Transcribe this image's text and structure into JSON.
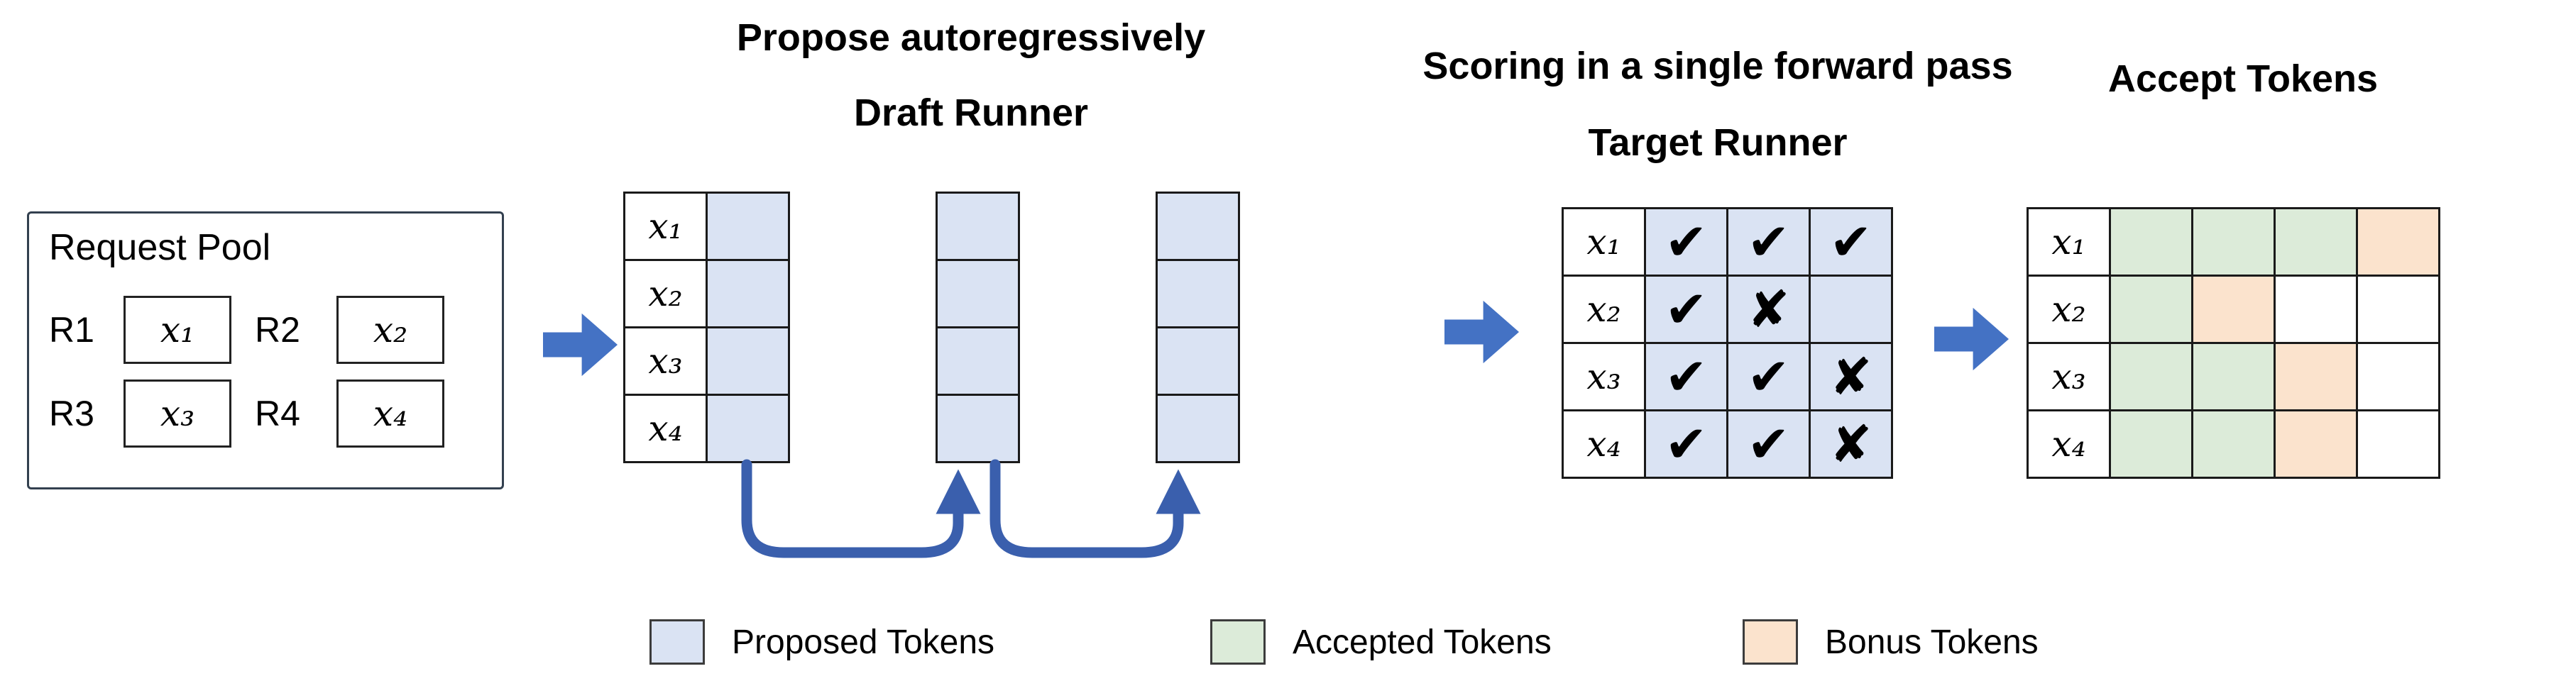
{
  "titles": {
    "propose": "Propose autoregressively",
    "draft_runner": "Draft Runner",
    "scoring": "Scoring in a single forward pass",
    "target_runner": "Target Runner",
    "accept": "Accept Tokens"
  },
  "request_pool": {
    "label": "Request Pool",
    "items": [
      {
        "id": "R1",
        "token": "x₁"
      },
      {
        "id": "R2",
        "token": "x₂"
      },
      {
        "id": "R3",
        "token": "x₃"
      },
      {
        "id": "R4",
        "token": "x₄"
      }
    ]
  },
  "row_labels": [
    "x₁",
    "x₂",
    "x₃",
    "x₄"
  ],
  "draft": {
    "rows": 4,
    "grids": [
      {
        "has_labels": true,
        "columns": 1
      },
      {
        "has_labels": false,
        "columns": 1
      },
      {
        "has_labels": false,
        "columns": 1
      }
    ]
  },
  "scoring": {
    "marks": [
      [
        "check",
        "check",
        "check"
      ],
      [
        "check",
        "cross",
        "none"
      ],
      [
        "check",
        "check",
        "cross"
      ],
      [
        "check",
        "check",
        "cross"
      ]
    ]
  },
  "accept": {
    "cells": [
      [
        "accepted",
        "accepted",
        "accepted",
        "bonus"
      ],
      [
        "accepted",
        "bonus",
        "none",
        "none"
      ],
      [
        "accepted",
        "accepted",
        "bonus",
        "none"
      ],
      [
        "accepted",
        "accepted",
        "bonus",
        "none"
      ]
    ]
  },
  "glyphs": {
    "check": "✔",
    "cross": "✘"
  },
  "colors": {
    "proposed": "#dae3f3",
    "accepted": "#dcebd9",
    "bonus": "#fbe3cd",
    "arrow": "#4472c4",
    "loop_arrow": "#3a5fad"
  },
  "legend": [
    {
      "color": "proposed",
      "label": "Proposed Tokens"
    },
    {
      "color": "accepted",
      "label": "Accepted Tokens"
    },
    {
      "color": "bonus",
      "label": "Bonus Tokens"
    }
  ]
}
